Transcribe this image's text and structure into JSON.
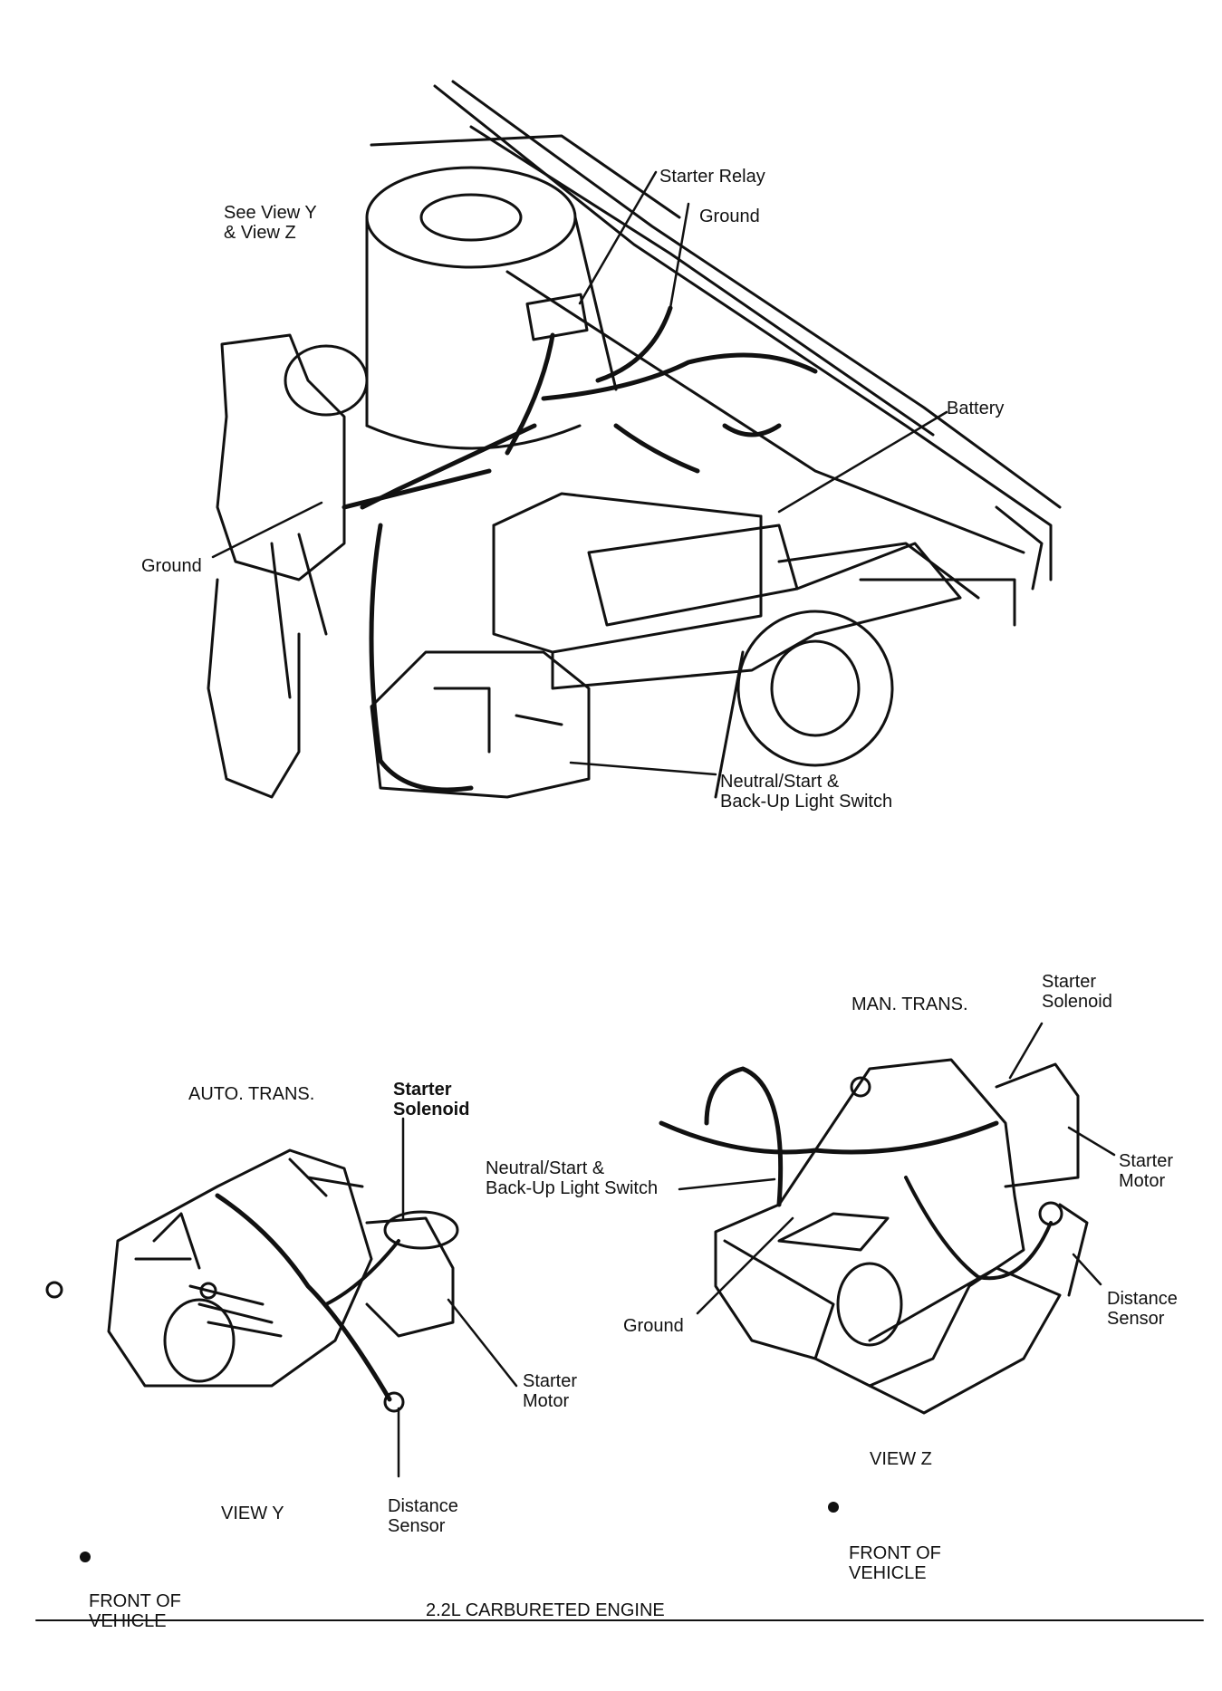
{
  "main_view": {
    "labels": {
      "see_view": "See View Y\n& View Z",
      "starter_relay": "Starter Relay",
      "ground_top": "Ground",
      "battery": "Battery",
      "ground_left": "Ground",
      "neutral_start_switch": "Neutral/Start &\nBack-Up Light Switch"
    }
  },
  "view_y": {
    "title": "AUTO. TRANS.",
    "caption": "VIEW Y",
    "front_of_vehicle": "FRONT OF\nVEHICLE",
    "labels": {
      "starter_solenoid": "Starter\nSolenoid",
      "starter_motor": "Starter\nMotor",
      "distance_sensor": "Distance\nSensor"
    }
  },
  "view_z": {
    "title": "MAN. TRANS.",
    "caption": "VIEW Z",
    "front_of_vehicle": "FRONT OF\nVEHICLE",
    "labels": {
      "starter_solenoid": "Starter\nSolenoid",
      "neutral_start_switch": "Neutral/Start &\nBack-Up Light Switch",
      "starter_motor": "Starter\nMotor",
      "distance_sensor": "Distance\nSensor",
      "ground": "Ground"
    }
  },
  "footer": {
    "engine_label": "2.2L CARBURETED ENGINE"
  }
}
